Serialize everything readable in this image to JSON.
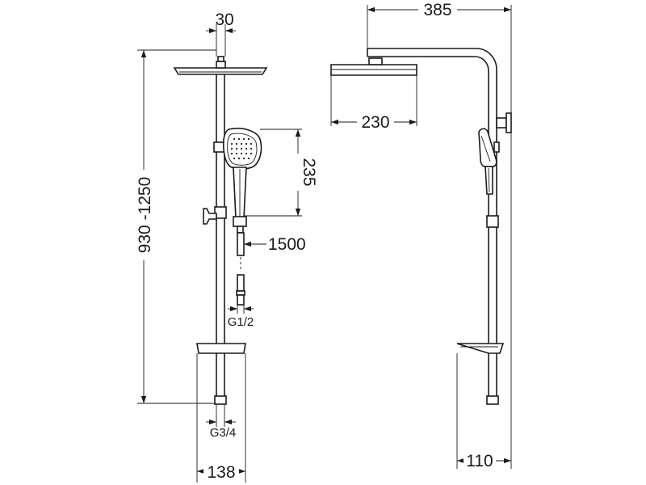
{
  "dimensions": {
    "outlet_spacing": "30",
    "arm_reach": "385",
    "head_width": "230",
    "hand_shower_length": "235",
    "column_height": "930 -1250",
    "hose_length": "1500",
    "hose_thread": "G1/2",
    "inlet_thread": "G3/4",
    "shelf_width": "138",
    "wall_offset": "110"
  }
}
